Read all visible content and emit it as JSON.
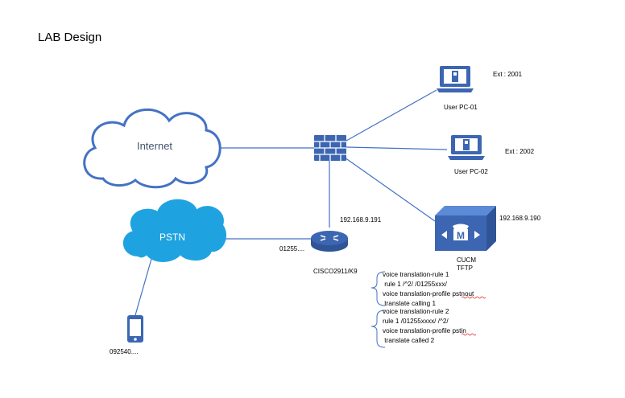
{
  "title": "LAB Design",
  "nodes": {
    "internet": {
      "label": "Internet",
      "icon": "cloud-icon",
      "color": "#4472c4"
    },
    "pstn": {
      "label": "PSTN",
      "icon": "cloud-icon",
      "color": "#1fa3e0"
    },
    "firewall": {
      "icon": "firewall-icon"
    },
    "router": {
      "model": "CISCO2911/K9",
      "ip": "192.168.9.191",
      "trunk_number": "01255....",
      "icon": "router-icon"
    },
    "pc1": {
      "label": "User PC-01",
      "ext": "Ext : 2001",
      "icon": "laptop-icon"
    },
    "pc2": {
      "label": "User PC-02",
      "ext": "Ext : 2002",
      "icon": "laptop-icon"
    },
    "cucm": {
      "label1": "CUCM",
      "label2": "TFTP",
      "ip": "192.168.9.190",
      "icon": "call-manager-icon"
    },
    "phone": {
      "number": "092540....",
      "icon": "mobile-phone-icon"
    }
  },
  "config": {
    "block1": {
      "line1": "voice translation-rule 1",
      "line2": " rule 1 /^2/ /01255xxx/",
      "line3_prefix": "voice translation-profile ",
      "line3_word": "pstnout",
      "line4": " translate calling 1"
    },
    "block2": {
      "line1": "voice translation-rule 2",
      "line2": "rule 1 /01255xxxx/ /^2/",
      "line3_prefix": "voice translation-profile ",
      "line3_word": "pstin",
      "line4": " translate called 2"
    }
  },
  "colors": {
    "link": "#4472c4",
    "icon_blue": "#3d66b2"
  }
}
